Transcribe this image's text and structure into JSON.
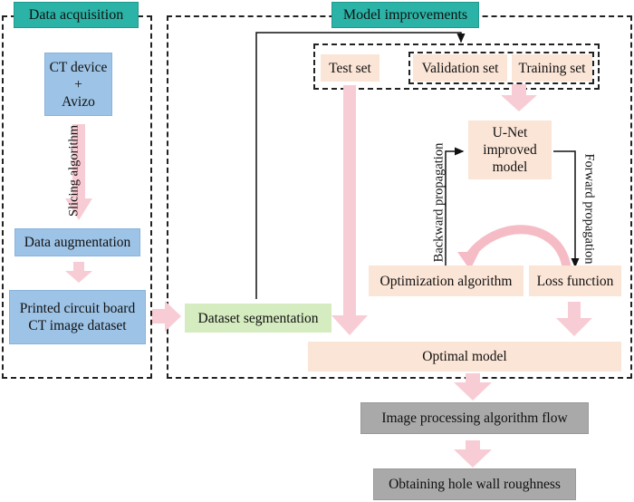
{
  "sections": {
    "data_acquisition": {
      "title": "Data acquisition"
    },
    "model_improvements": {
      "title": "Model improvements"
    }
  },
  "nodes": {
    "ct_device": {
      "line1": "CT device",
      "line2": "+",
      "line3": "Avizo"
    },
    "data_augmentation": "Data augmentation",
    "pcb_dataset": {
      "line1": "Printed circuit board",
      "line2": "CT image dataset"
    },
    "dataset_segmentation": "Dataset segmentation",
    "test_set": "Test set",
    "validation_set": "Validation set",
    "training_set": "Training set",
    "unet_model": {
      "line1": "U-Net",
      "line2": "improved",
      "line3": "model"
    },
    "optimization_algorithm": "Optimization algorithm",
    "loss_function": "Loss function",
    "optimal_model": "Optimal model",
    "image_processing": "Image processing algorithm flow",
    "hole_wall_roughness": "Obtaining hole wall roughness"
  },
  "labels": {
    "slicing_algorithm": "Slicing algorithm",
    "backward_propagation": "Backward propagation",
    "forward_propagation": "Forward propagation"
  },
  "colors": {
    "section_header": "#2ab3a6",
    "acquisition_box": "#9dc3e6",
    "model_box": "#fbe5d6",
    "segmentation_box": "#d5ebc0",
    "output_box": "#a9a9a9",
    "arrow": "#f8ccd4"
  }
}
